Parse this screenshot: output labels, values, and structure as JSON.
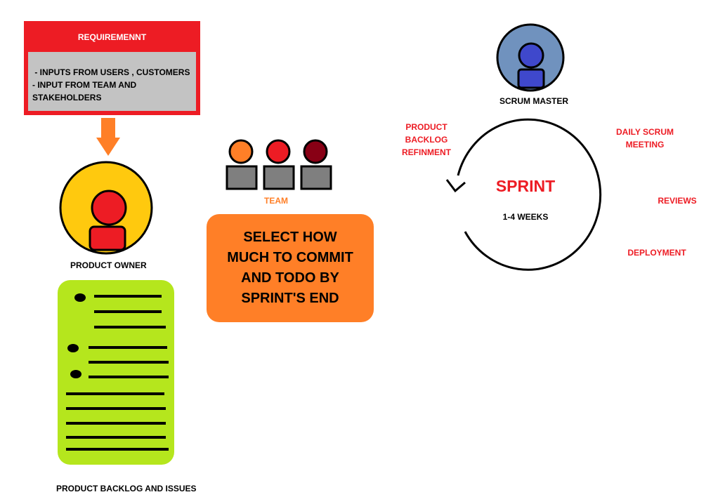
{
  "requirement": {
    "title": "REQUIREMENNT",
    "lines": [
      " - INPUTS FROM USERS , CUSTOMERS",
      "- INPUT FROM TEAM AND",
      "STAKEHOLDERS"
    ]
  },
  "product_owner": {
    "label": "PRODUCT OWNER"
  },
  "backlog": {
    "label": "PRODUCT BACKLOG AND ISSUES"
  },
  "team": {
    "label": "TEAM"
  },
  "commit_box": {
    "lines": [
      "SELECT HOW",
      "MUCH TO COMMIT",
      "AND TODO BY",
      "SPRINT'S END"
    ]
  },
  "scrum_master": {
    "label": "SCRUM MASTER"
  },
  "sprint": {
    "title": "SPRINT",
    "duration": "1-4 WEEKS",
    "activities": {
      "refinement": [
        "PRODUCT",
        "BACKLOG",
        "REFINMENT"
      ],
      "daily": [
        "DAILY SCRUM",
        "MEETING"
      ],
      "reviews": "REVIEWS",
      "deployment": "DEPLOYMENT"
    }
  },
  "colors": {
    "red": "#ed1c24",
    "orange": "#ff7f27",
    "gray": "#c3c3c3",
    "yellow": "#ffc90e",
    "lime": "#b5e61d",
    "blue": "#7092be",
    "indigo": "#3f48cc",
    "dark-red": "#880015"
  }
}
